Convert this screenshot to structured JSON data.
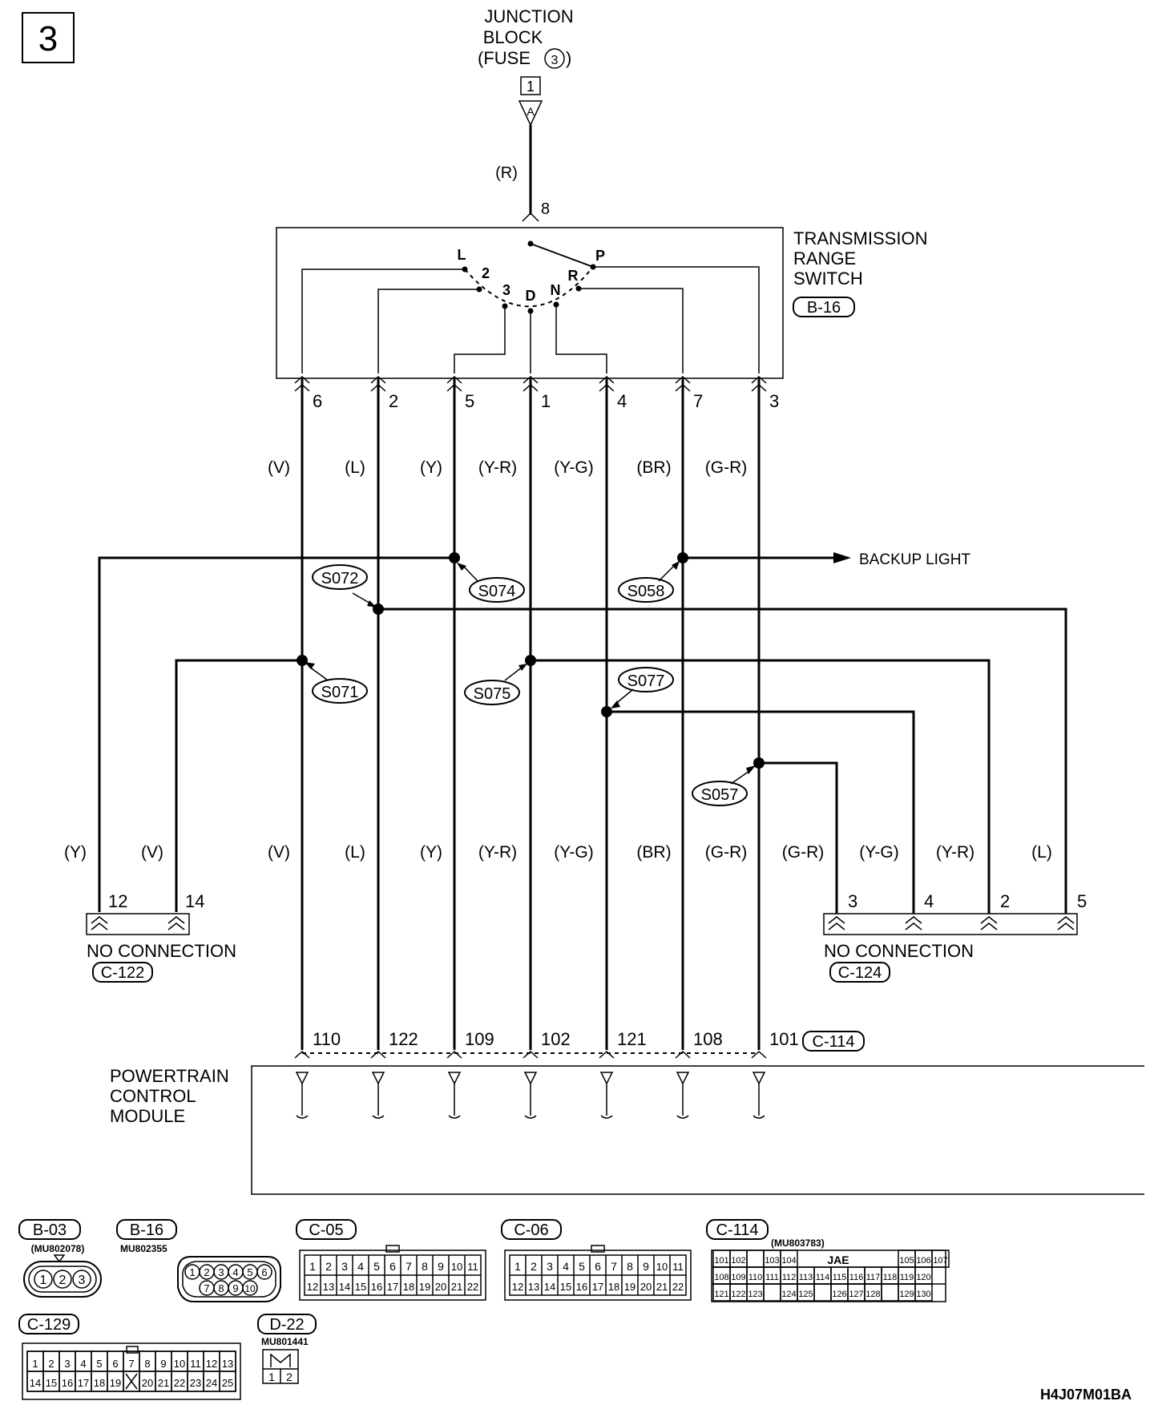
{
  "page_number": "3",
  "junction_block": {
    "line1": "JUNCTION",
    "line2": "BLOCK",
    "line3a": "(FUSE",
    "fuse_no": "3",
    "line3b": ")",
    "connector_pin": "1",
    "connector_letter": "A"
  },
  "top_wire": {
    "color": "(R)",
    "pin": "8"
  },
  "switch": {
    "line1": "TRANSMISSION",
    "line2": "RANGE",
    "line3": "SWITCH",
    "connector": "B-16",
    "positions": [
      "L",
      "2",
      "3",
      "D",
      "N",
      "R",
      "P"
    ]
  },
  "switch_pins": [
    {
      "pin": "6",
      "color": "(V)",
      "pcm_pin": "110"
    },
    {
      "pin": "2",
      "color": "(L)",
      "pcm_pin": "122"
    },
    {
      "pin": "5",
      "color": "(Y)",
      "pcm_pin": "109"
    },
    {
      "pin": "1",
      "color": "(Y-R)",
      "pcm_pin": "102"
    },
    {
      "pin": "4",
      "color": "(Y-G)",
      "pcm_pin": "121"
    },
    {
      "pin": "7",
      "color": "(BR)",
      "pcm_pin": "108"
    },
    {
      "pin": "3",
      "color": "(G-R)",
      "pcm_pin": "101"
    }
  ],
  "splices": [
    "S074",
    "S058",
    "S072",
    "S071",
    "S075",
    "S077",
    "S057"
  ],
  "backup_light": "BACKUP LIGHT",
  "c122": {
    "wires": [
      {
        "color": "(Y)",
        "pin": "12"
      },
      {
        "color": "(V)",
        "pin": "14"
      }
    ],
    "label": "NO CONNECTION",
    "connector": "C-122"
  },
  "c124": {
    "wires": [
      {
        "color": "(G-R)",
        "pin": "3"
      },
      {
        "color": "(Y-G)",
        "pin": "4"
      },
      {
        "color": "(Y-R)",
        "pin": "2"
      },
      {
        "color": "(L)",
        "pin": "5"
      }
    ],
    "label": "NO CONNECTION",
    "connector": "C-124"
  },
  "pcm": {
    "line1": "POWERTRAIN",
    "line2": "CONTROL",
    "line3": "MODULE",
    "connector": "C-114"
  },
  "connectors": {
    "b03": {
      "name": "B-03",
      "part": "(MU802078)",
      "pins": [
        "1",
        "2",
        "3"
      ]
    },
    "b16": {
      "name": "B-16",
      "part": "MU802355",
      "row1": [
        "1",
        "2",
        "3",
        "4",
        "5",
        "6"
      ],
      "row2": [
        "7",
        "8",
        "9",
        "10"
      ]
    },
    "c05": {
      "name": "C-05",
      "row1": [
        "1",
        "2",
        "3",
        "4",
        "5",
        "6",
        "7",
        "8",
        "9",
        "10",
        "11"
      ],
      "row2": [
        "12",
        "13",
        "14",
        "15",
        "16",
        "17",
        "18",
        "19",
        "20",
        "21",
        "22"
      ]
    },
    "c06": {
      "name": "C-06",
      "row1": [
        "1",
        "2",
        "3",
        "4",
        "5",
        "6",
        "7",
        "8",
        "9",
        "10",
        "11"
      ],
      "row2": [
        "12",
        "13",
        "14",
        "15",
        "16",
        "17",
        "18",
        "19",
        "20",
        "21",
        "22"
      ]
    },
    "c114": {
      "name": "C-114",
      "part": "(MU803783)",
      "jae": "JAE",
      "row1": [
        "101",
        "102",
        "",
        "103",
        "104",
        "",
        "",
        "",
        "",
        "",
        "",
        "105",
        "106",
        "107"
      ],
      "row2": [
        "108",
        "109",
        "110",
        "111",
        "112",
        "113",
        "114",
        "115",
        "116",
        "117",
        "118",
        "119",
        "120"
      ],
      "row3": [
        "121",
        "122",
        "123",
        "",
        "124",
        "125",
        "",
        "126",
        "127",
        "128",
        "",
        "129",
        "130"
      ]
    },
    "c129": {
      "name": "C-129",
      "row1": [
        "1",
        "2",
        "3",
        "4",
        "5",
        "6",
        "7",
        "8",
        "9",
        "10",
        "11",
        "12",
        "13"
      ],
      "row2": [
        "14",
        "15",
        "16",
        "17",
        "18",
        "19",
        "20",
        "21",
        "22",
        "23",
        "24",
        "25"
      ]
    },
    "d22": {
      "name": "D-22",
      "part": "MU801441",
      "pins": [
        "1",
        "2"
      ]
    }
  },
  "diagram_code": "H4J07M01BA"
}
